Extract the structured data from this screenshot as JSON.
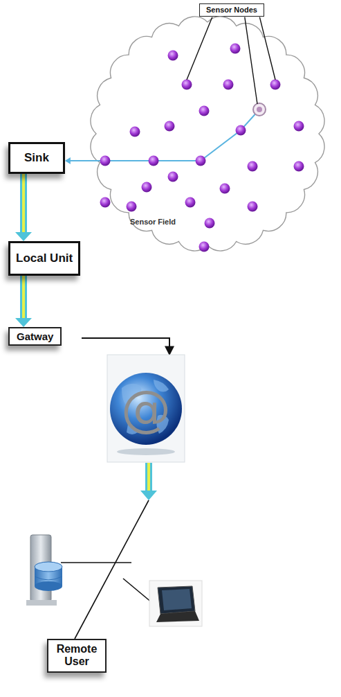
{
  "diagram": {
    "nodes": [
      {
        "text": [
          "Sensor Nodes"
        ]
      },
      {
        "text": [
          "Sensor Field"
        ]
      },
      {
        "text": [
          "Sink"
        ]
      },
      {
        "text": [
          "Local Unit"
        ]
      },
      {
        "text": [
          "Gatway"
        ]
      },
      {
        "text": [
          "Remote User"
        ]
      }
    ],
    "edges": [
      {
        "from": 1,
        "to": 2,
        "arrow": "to"
      },
      {
        "from": 2,
        "to": 3,
        "arrow": "to"
      },
      {
        "from": 3,
        "to": 4,
        "arrow": "to"
      }
    ],
    "labels": [
      "@"
    ]
  }
}
